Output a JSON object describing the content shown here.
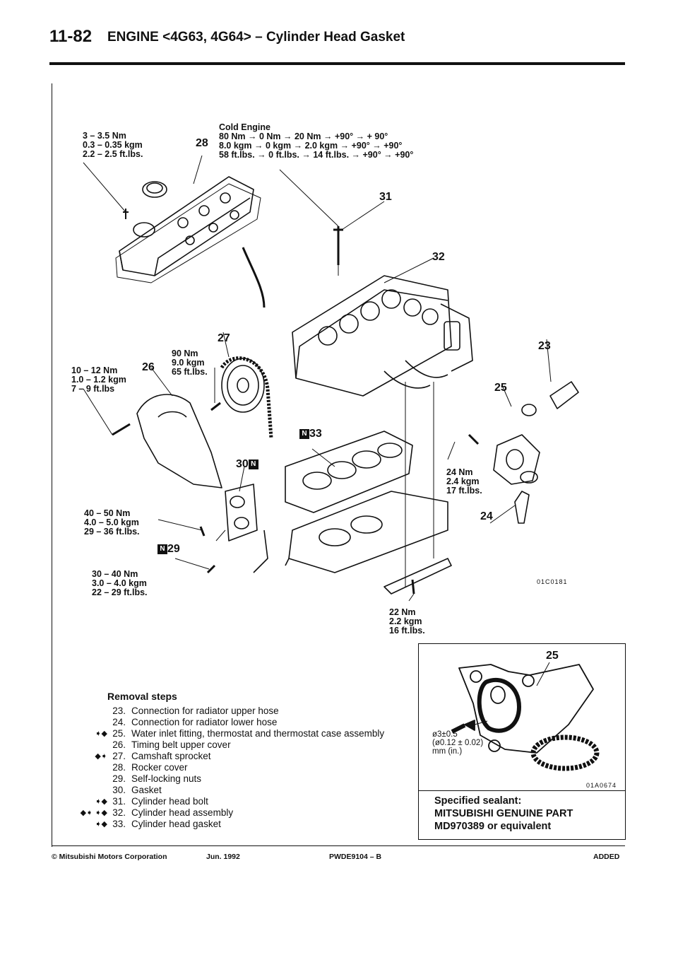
{
  "header": {
    "page_number": "11-82",
    "title": "ENGINE <4G63, 4G64> – Cylinder Head Gasket"
  },
  "figure": {
    "specs": {
      "rocker_bolt": "3 – 3.5 Nm\n0.3 – 0.35 kgm\n2.2 – 2.5 ft.lbs.",
      "head_bolt": "Cold Engine\n80 Nm → 0 Nm → 20 Nm → +90° → + 90°\n8.0 kgm → 0 kgm → 2.0 kgm → +90° → +90°\n58 ft.lbs. → 0 ft.lbs. → 14 ft.lbs. → +90° → +90°",
      "cover_bolt": "10 – 12 Nm\n1.0 – 1.2 kgm\n7 – 9 ft.lbs",
      "sprocket_bolt": "90 Nm\n9.0 kgm\n65 ft.lbs.",
      "nut_29": "40 – 50 Nm\n4.0 – 5.0 kgm\n29 – 36 ft.lbs.",
      "bolt_30": "30 – 40 Nm\n3.0 – 4.0 kgm\n22 – 29 ft.lbs.",
      "bolt_24nm": "24 Nm\n2.4 kgm\n17 ft.lbs.",
      "bolt_22nm": "22 Nm\n2.2 kgm\n16 ft.lbs."
    },
    "callouts": {
      "c23": "23",
      "c24": "24",
      "c25": "25",
      "c26": "26",
      "c27": "27",
      "c28": "28",
      "c29": "29",
      "c30": "30",
      "c31": "31",
      "c32": "32",
      "c33": "33"
    },
    "new_marker": "N",
    "figure_id": "01C0181"
  },
  "removal": {
    "title": "Removal steps",
    "steps": [
      {
        "mark": "",
        "no": "23.",
        "text": "Connection for radiator upper hose"
      },
      {
        "mark": "",
        "no": "24.",
        "text": "Connection for radiator lower hose"
      },
      {
        "mark": "➧◆",
        "no": "25.",
        "text": "Water inlet fitting, thermostat and thermostat case assembly"
      },
      {
        "mark": "",
        "no": "26.",
        "text": "Timing belt upper cover"
      },
      {
        "mark": "◆➧",
        "no": "27.",
        "text": "Camshaft sprocket"
      },
      {
        "mark": "",
        "no": "28.",
        "text": "Rocker cover"
      },
      {
        "mark": "",
        "no": "29.",
        "text": "Self-locking nuts"
      },
      {
        "mark": "",
        "no": "30.",
        "text": "Gasket"
      },
      {
        "mark": "➧◆",
        "no": "31.",
        "text": "Cylinder head bolt"
      },
      {
        "mark": "◆➧ ➧◆",
        "no": "32.",
        "text": "Cylinder head assembly"
      },
      {
        "mark": "➧◆",
        "no": "33.",
        "text": "Cylinder head gasket"
      }
    ]
  },
  "inset": {
    "callout": "25",
    "dimension": "ø3±0.5\n(ø0.12 ± 0.02)\nmm (in.)",
    "figure_id": "01A0674",
    "sealant_label": "Specified sealant:",
    "sealant_part": "MITSUBISHI GENUINE PART",
    "sealant_number": "MD970389 or equivalent"
  },
  "footer": {
    "copyright": "© Mitsubishi Motors Corporation",
    "date": "Jun. 1992",
    "code": "PWDE9104 – B",
    "status": "ADDED"
  }
}
